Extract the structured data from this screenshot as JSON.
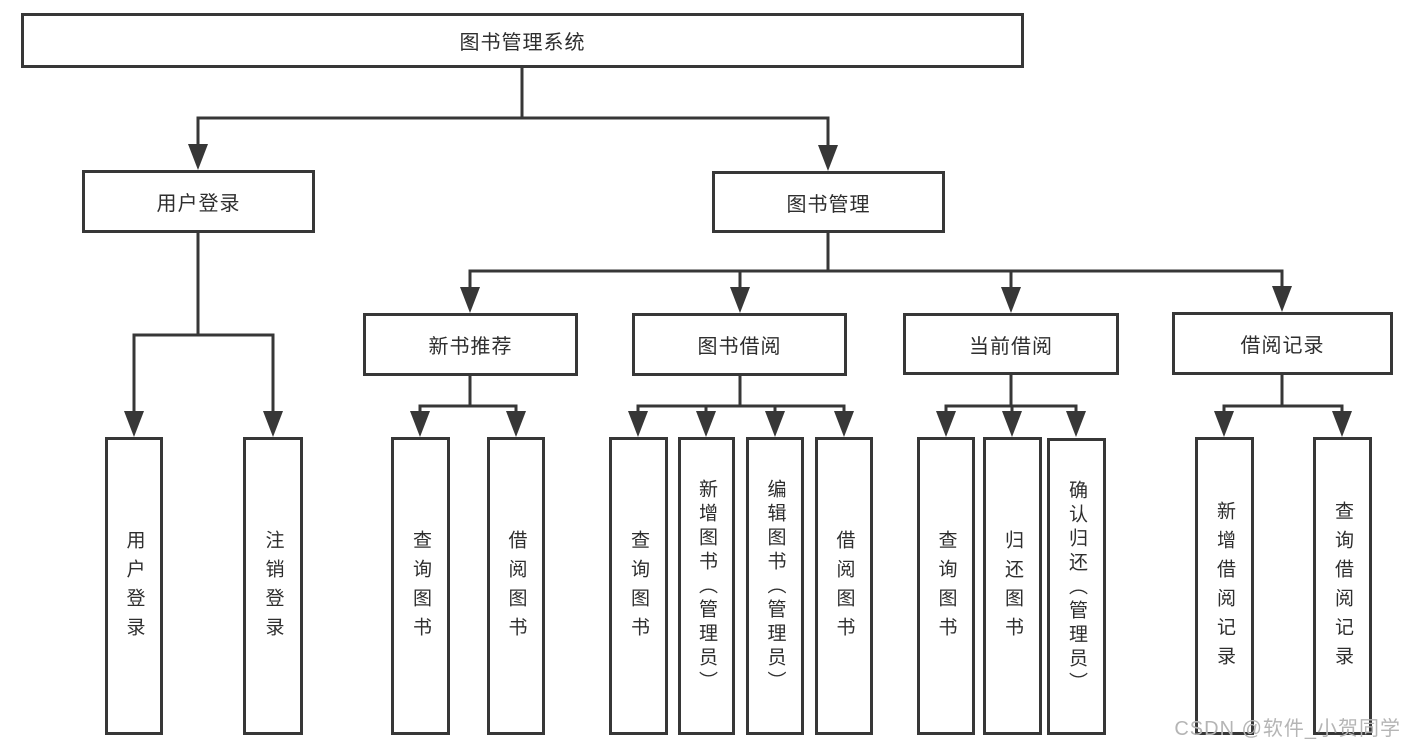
{
  "diagram": {
    "root": {
      "label": "图书管理系统"
    },
    "branches": [
      {
        "label": "用户登录",
        "children": [
          {
            "label": "用户登录"
          },
          {
            "label": "注销登录"
          }
        ]
      },
      {
        "label": "图书管理",
        "children": [
          {
            "label": "新书推荐",
            "children": [
              {
                "label": "查询图书"
              },
              {
                "label": "借阅图书"
              }
            ]
          },
          {
            "label": "图书借阅",
            "children": [
              {
                "label": "查询图书"
              },
              {
                "label": "新增图书（管理员）"
              },
              {
                "label": "编辑图书（管理员）"
              },
              {
                "label": "借阅图书"
              }
            ]
          },
          {
            "label": "当前借阅",
            "children": [
              {
                "label": "查询图书"
              },
              {
                "label": "归还图书"
              },
              {
                "label": "确认归还（管理员）"
              }
            ]
          },
          {
            "label": "借阅记录",
            "children": [
              {
                "label": "新增借阅记录"
              },
              {
                "label": "查询借阅记录"
              }
            ]
          }
        ]
      }
    ],
    "watermark": "CSDN @软件_小贺同学",
    "colors": {
      "line": "#373737",
      "text": "#2e2e2e",
      "watermark": "#b5b5b5",
      "background": "#ffffff"
    }
  }
}
